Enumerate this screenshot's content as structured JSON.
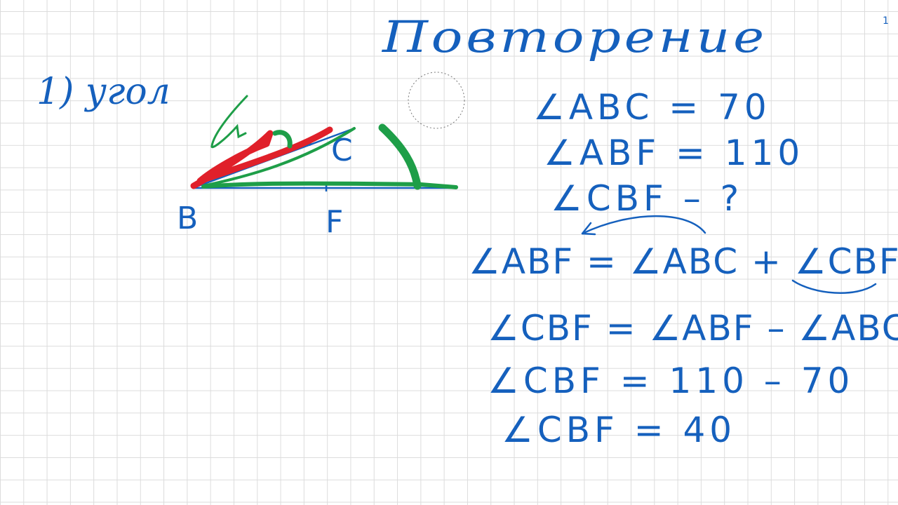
{
  "board": {
    "title": "Повторение",
    "topic": "1) угол",
    "corner_mark": "1",
    "colors": {
      "blue": "#1560bd",
      "red": "#e0202a",
      "green": "#1e9e48"
    }
  },
  "figure": {
    "labels": {
      "vertex": "B",
      "point_c": "C",
      "point_f": "F"
    }
  },
  "equations": [
    "∠ABC = 70",
    "∠ABF = 110",
    "∠CBF – ?",
    "∠ABF = ∠ABC + ∠CBF",
    "∠CBF = ∠ABF – ∠ABC",
    "∠CBF = 110 – 70",
    "∠CBF = 40"
  ]
}
